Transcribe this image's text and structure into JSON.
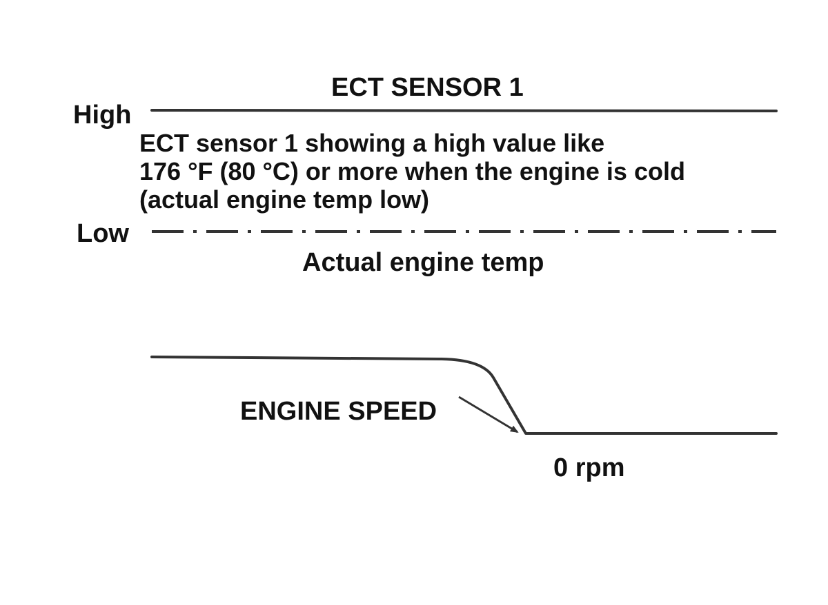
{
  "diagram": {
    "title": "ECT SENSOR 1",
    "y_labels": {
      "high": "High",
      "low": "Low"
    },
    "description_lines": [
      "ECT sensor 1 showing a high value like",
      "176 °F (80 °C) or more when the engine is cold",
      "(actual engine temp low)"
    ],
    "actual_temp_label": "Actual engine temp",
    "engine_speed_label": "ENGINE SPEED",
    "zero_rpm_label": "0 rpm",
    "colors": {
      "line": "#333333",
      "text": "#111111",
      "background": "#ffffff"
    }
  }
}
